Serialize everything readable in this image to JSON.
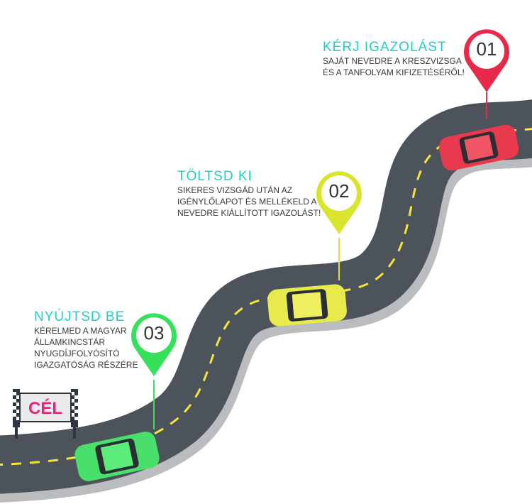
{
  "steps": [
    {
      "number": "01",
      "title": "KÉRJ IGAZOLÁST",
      "lines": [
        "SAJÁT NEVEDRE A KRESZVIZSGA",
        "ÉS A TANFOLYAM KIFIZETÉSÉRŐL!"
      ],
      "color": "#e8294a"
    },
    {
      "number": "02",
      "title": "TÖLTSD KI",
      "lines": [
        "SIKERES VIZSGÁD UTÁN AZ",
        "IGÉNYLŐLAPOT ÉS MELLÉKELD A",
        "NEVEDRE KIÁLLÍTOTT IGAZOLÁST!"
      ],
      "color": "#d8e52c"
    },
    {
      "number": "03",
      "title": "NYÚJTSD BE",
      "lines": [
        "KÉRELMED A MAGYAR",
        "ÁLLAMKINCSTÁR",
        "NYUGDÍJFOLYÓSÍTÓ",
        "IGAZGATÓSÁG RÉSZÉRE"
      ],
      "color": "#35e05a"
    }
  ],
  "finish_sign": "CÉL"
}
